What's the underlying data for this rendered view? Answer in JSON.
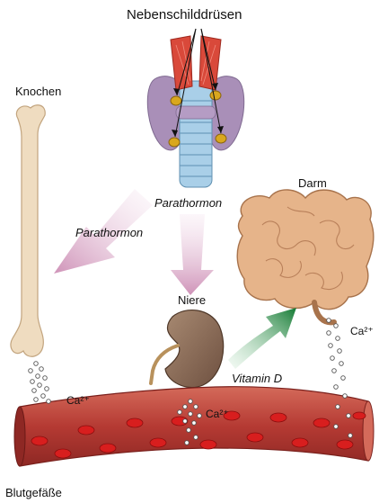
{
  "labels": {
    "parathyroid": "Nebenschilddrüsen",
    "bone": "Knochen",
    "pth_right": "Parathormon",
    "pth_left": "Parathormon",
    "kidney": "Niere",
    "intestine": "Darm",
    "vitamin_d": "Vitamin D",
    "ca_left": "Ca²⁺",
    "ca_middle": "Ca²⁺",
    "ca_right": "Ca²⁺",
    "vessels": "Blutgefäße"
  },
  "colors": {
    "thyroid": "#a98fb8",
    "parathyroid_muscle": "#d9493a",
    "trachea": "#a9cfe8",
    "gland": "#d9a71e",
    "bone": "#efdcc0",
    "kidney": "#8a6a52",
    "intestine": "#e6b48a",
    "vessel": "#b53a33",
    "blood_cell": "#d81e1e",
    "pth_arrow": "#d7a9c6",
    "vitd_arrow": "#1e8a3c"
  }
}
